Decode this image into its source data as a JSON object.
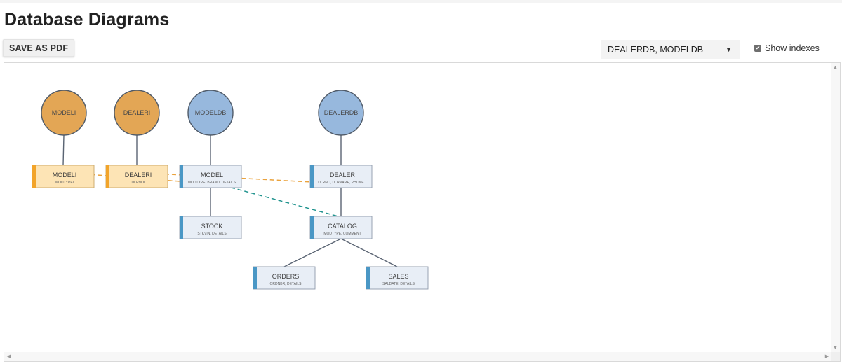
{
  "page": {
    "title": "Database Diagrams"
  },
  "toolbar": {
    "save_pdf_label": "SAVE AS PDF",
    "database_select": {
      "value": "DEALERDB, MODELDB"
    },
    "show_indexes": {
      "label": "Show indexes",
      "checked": true
    }
  },
  "scrollbars": {
    "up": "▲",
    "down": "▼",
    "left": "◀",
    "right": "▶"
  },
  "colors": {
    "index_circle_fill": "#e3a655",
    "db_circle_fill": "#97b8dd",
    "index_node_fill": "#fde4b5",
    "index_node_accent": "#f2a42a",
    "table_node_fill": "#e8eef6",
    "table_node_accent": "#4a97c5",
    "connector": "#5a6473",
    "index_link": "#eaa23c",
    "fk_link": "#20938e"
  },
  "diagram": {
    "databases": [
      {
        "id": "modeli",
        "name": "MODELI",
        "kind": "index"
      },
      {
        "id": "dealeri",
        "name": "DEALERI",
        "kind": "index"
      },
      {
        "id": "modeldb",
        "name": "MODELDB",
        "kind": "database"
      },
      {
        "id": "dealerdb",
        "name": "DEALERDB",
        "kind": "database"
      }
    ],
    "segments": [
      {
        "id": "modeli",
        "name": "MODELI",
        "fields": "MODTYPEI",
        "kind": "index",
        "parent_db": "modeli"
      },
      {
        "id": "dealeri",
        "name": "DEALERI",
        "fields": "DLRNOI",
        "kind": "index",
        "parent_db": "dealeri"
      },
      {
        "id": "model",
        "name": "MODEL",
        "fields": "MODTYPE, BRAND, DETAILS",
        "kind": "table",
        "parent_db": "modeldb"
      },
      {
        "id": "dealer",
        "name": "DEALER",
        "fields": "DLRNO, DLRNAME, PHONE...",
        "kind": "table",
        "parent_db": "dealerdb"
      },
      {
        "id": "stock",
        "name": "STOCK",
        "fields": "STKVIN, DETAILS",
        "kind": "table",
        "parent": "model"
      },
      {
        "id": "catalog",
        "name": "CATALOG",
        "fields": "MODTYPE, COMMENT",
        "kind": "table",
        "parent": "dealer"
      },
      {
        "id": "orders",
        "name": "ORDERS",
        "fields": "ORDNBR, DETAILS",
        "kind": "table",
        "parent": "catalog"
      },
      {
        "id": "sales",
        "name": "SALES",
        "fields": "SALDATE, DETAILS",
        "kind": "table",
        "parent": "catalog"
      }
    ],
    "index_links": [
      {
        "from": "modeli",
        "to": "model"
      },
      {
        "from": "dealeri",
        "to": "dealer"
      }
    ],
    "foreign_links": [
      {
        "from": "model",
        "to": "catalog"
      }
    ]
  }
}
